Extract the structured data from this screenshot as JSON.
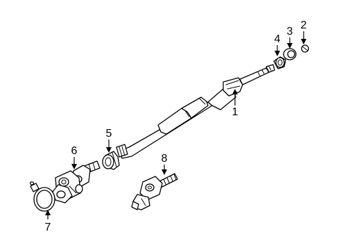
{
  "diagram": {
    "callouts": [
      {
        "label": "1",
        "part": "steering-shaft"
      },
      {
        "label": "2",
        "part": "snap-ring"
      },
      {
        "label": "3",
        "part": "spacer-ring"
      },
      {
        "label": "4",
        "part": "bearing"
      },
      {
        "label": "5",
        "part": "bushing"
      },
      {
        "label": "6",
        "part": "universal-joint"
      },
      {
        "label": "7",
        "part": "hose-clamp"
      },
      {
        "label": "8",
        "part": "intermediate-shaft"
      }
    ]
  }
}
